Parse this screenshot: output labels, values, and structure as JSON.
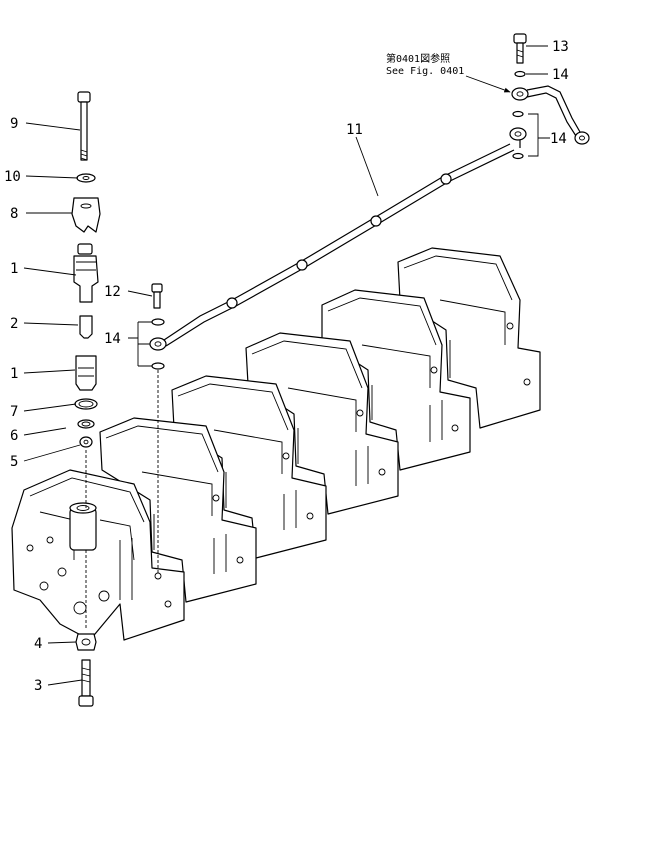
{
  "labels": {
    "n9": "9",
    "n10": "10",
    "n8": "8",
    "n1a": "1",
    "n2": "2",
    "n1b": "1",
    "n7": "7",
    "n6": "6",
    "n5": "5",
    "n4": "4",
    "n3": "3",
    "n12": "12",
    "n14a": "14",
    "n11": "11",
    "n13": "13",
    "n14b": "14",
    "n14c": "14"
  },
  "reference_note": {
    "line1": "第0401図参照",
    "line2": "See Fig. 0401"
  }
}
